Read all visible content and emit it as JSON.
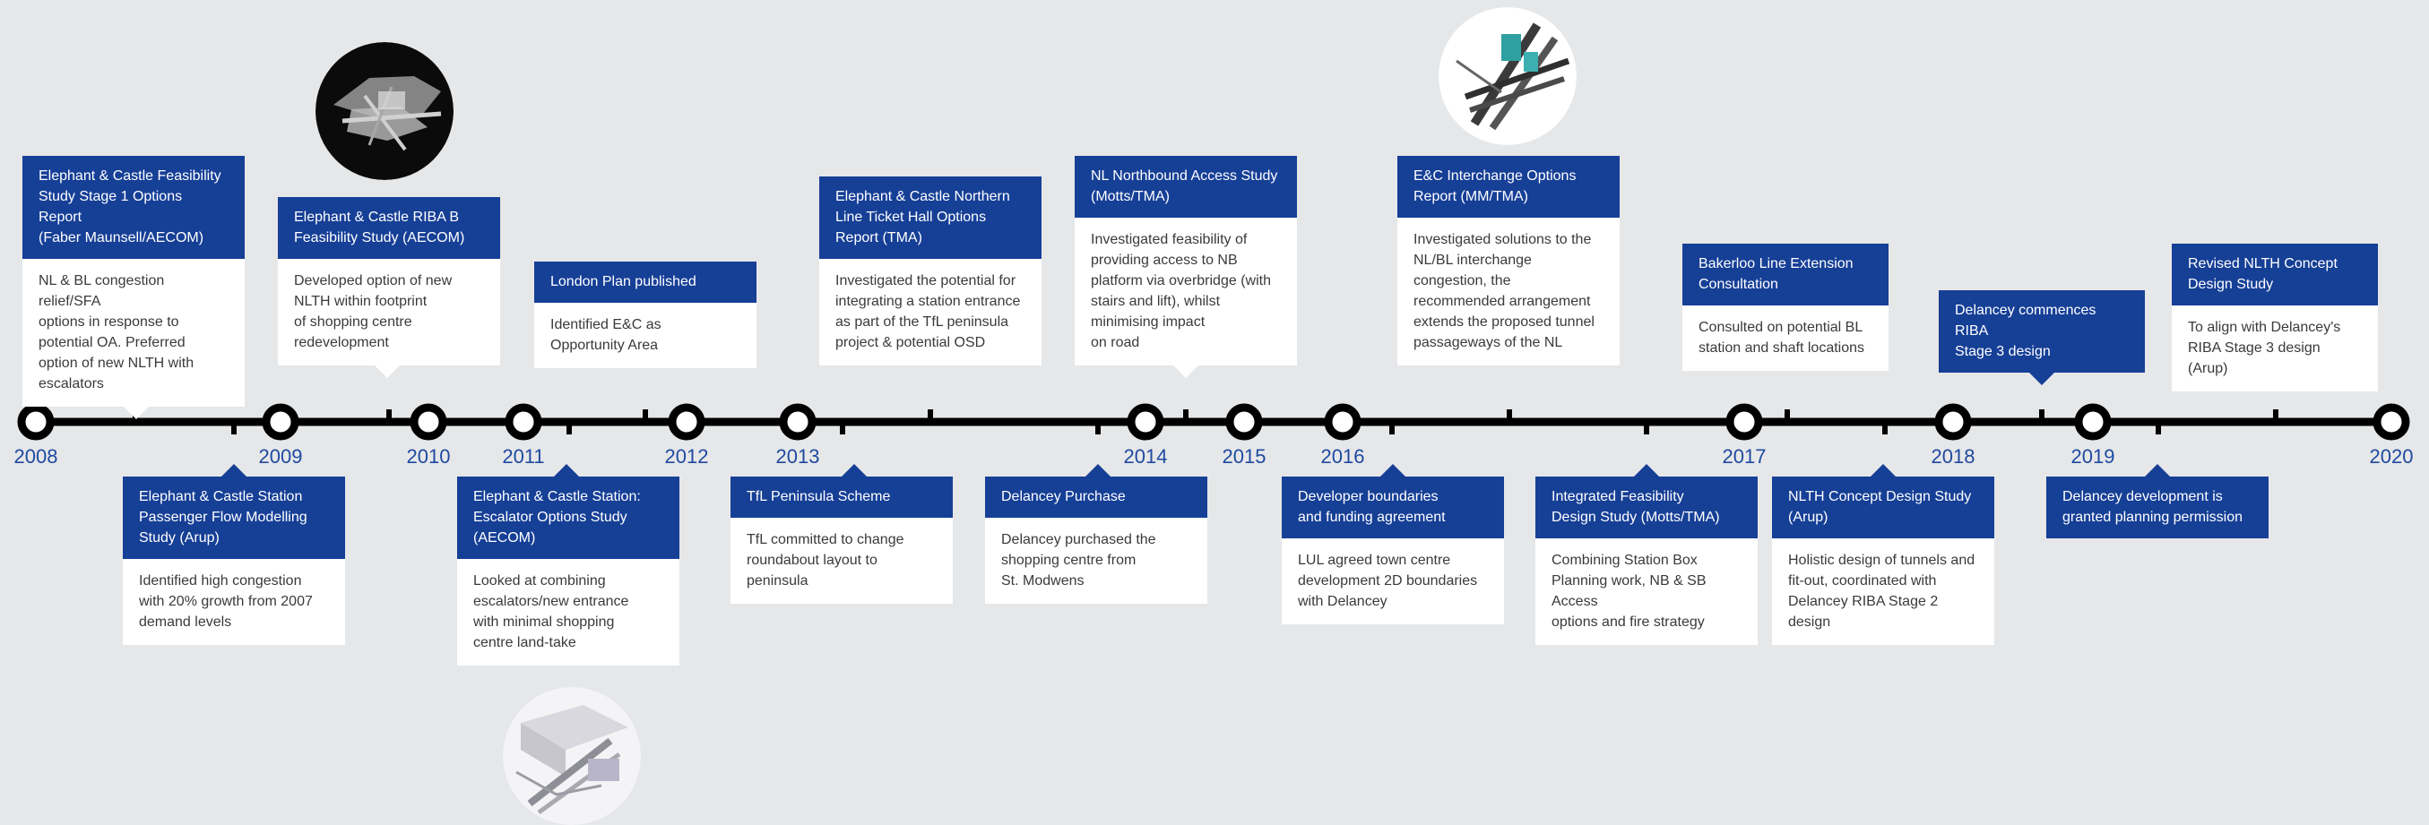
{
  "years": [
    "2008",
    "2009",
    "2010",
    "2011",
    "2012",
    "2013",
    "2014",
    "2015",
    "2016",
    "2017",
    "2018",
    "2019",
    "2020"
  ],
  "events": [
    {
      "title": "Elephant & Castle Feasibility\nStudy Stage 1 Options Report\n(Faber Maunsell/AECOM)",
      "body": "NL & BL congestion relief/SFA\noptions in response to\npotential OA. Preferred\noption of new NLTH with\nescalators"
    },
    {
      "title": "Elephant & Castle Station\nPassenger Flow Modelling\nStudy (Arup)",
      "body": "Identified high congestion\nwith 20% growth from 2007\ndemand levels"
    },
    {
      "title": "Elephant & Castle RIBA B\nFeasibility Study (AECOM)",
      "body": "Developed option of new\nNLTH within footprint\nof shopping centre\nredevelopment"
    },
    {
      "title": "Elephant & Castle Station:\nEscalator Options Study\n(AECOM)",
      "body": "Looked at combining\nescalators/new entrance\nwith minimal shopping\ncentre land-take"
    },
    {
      "title": "London Plan published",
      "body": "Identified E&C as\nOpportunity Area"
    },
    {
      "title": "TfL Peninsula Scheme",
      "body": "TfL committed to change\nroundabout layout to\npeninsula"
    },
    {
      "title": "Elephant & Castle Northern\nLine Ticket Hall Options\nReport (TMA)",
      "body": "Investigated the potential for\nintegrating a station entrance\nas part of the TfL peninsula\nproject & potential OSD"
    },
    {
      "title": "Delancey Purchase",
      "body": "Delancey purchased the\nshopping centre from\nSt. Modwens"
    },
    {
      "title": "NL Northbound Access Study\n(Motts/TMA)",
      "body": "Investigated feasibility of\nproviding access to NB\nplatform via overbridge (with\nstairs and lift), whilst\nminimising impact\non road"
    },
    {
      "title": "Developer boundaries\nand funding agreement",
      "body": "LUL agreed town centre\ndevelopment 2D boundaries\nwith Delancey"
    },
    {
      "title": "E&C Interchange Options\nReport (MM/TMA)",
      "body": "Investigated solutions to the\nNL/BL interchange\ncongestion, the\nrecommended arrangement\nextends the proposed tunnel\npassageways of the NL"
    },
    {
      "title": "Integrated Feasibility\nDesign Study (Motts/TMA)",
      "body": "Combining Station Box\nPlanning work, NB & SB Access\noptions and fire strategy"
    },
    {
      "title": "Bakerloo Line Extension\nConsultation",
      "body": "Consulted  on potential BL\nstation and shaft locations"
    },
    {
      "title": "NLTH Concept Design Study\n(Arup)",
      "body": "Holistic design of tunnels and\nfit-out, coordinated with\nDelancey RIBA Stage 2 design"
    },
    {
      "title": "Delancey commences RIBA\nStage 3 design",
      "body": ""
    },
    {
      "title": "Delancey development is\ngranted planning permission",
      "body": ""
    },
    {
      "title": "Revised NLTH Concept\nDesign Study",
      "body": "To align with Delancey's\nRIBA Stage 3 design (Arup)"
    }
  ],
  "colors": {
    "line": "#000000",
    "accent": "#163f96",
    "year_text": "#1f4aa0",
    "background": "#e6e7e9"
  }
}
